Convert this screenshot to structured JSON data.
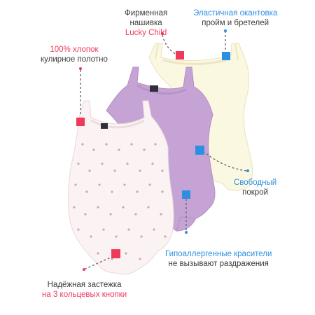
{
  "callouts": {
    "embroidery": {
      "line1": "Фирменная",
      "line2": "нашивка",
      "line3": "Lucky Child"
    },
    "elastic": {
      "line1": "Эластичная окантовка",
      "line2": "пройм и бретелей"
    },
    "cotton": {
      "line1": "100% хлопок",
      "line2": "кулирное полотно"
    },
    "loose_fit": {
      "line1": "Свободный",
      "line2": "покрой"
    },
    "hypoallergenic": {
      "line1": "Гипоаллергенные красители",
      "line2": "не вызывают раздражения"
    },
    "fastener": {
      "line1": "Надёжная застежка",
      "line2": "на 3 кольцевых кнопки"
    }
  },
  "colors": {
    "accent_red": "#ee3a5b",
    "accent_blue": "#2d8fe0",
    "bodysuit_cream": "#fbf8e2",
    "bodysuit_lilac": "#c5a3d4",
    "bodysuit_white_print": "#fbf3f3"
  }
}
